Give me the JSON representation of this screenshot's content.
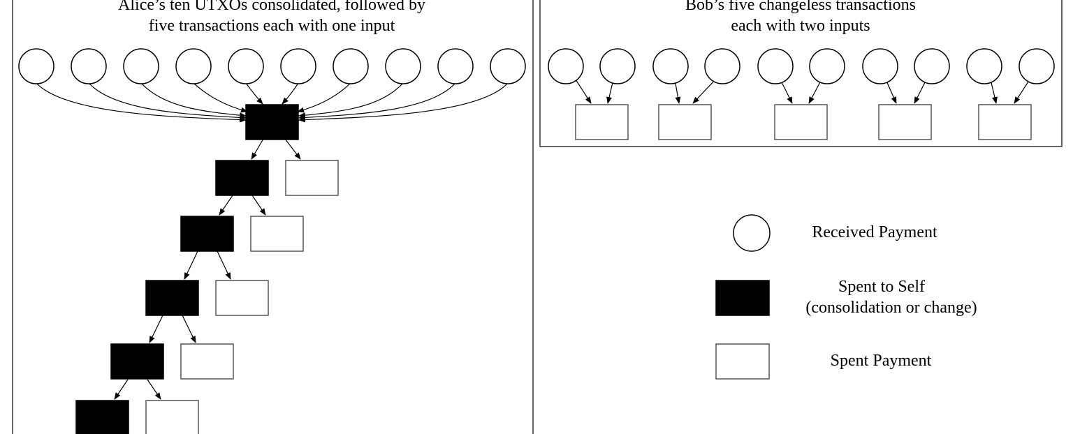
{
  "alice_panel": {
    "title_line1": "Alice’s ten UTXOs consolidated, followed by",
    "title_line2": "five transactions each with one input"
  },
  "bob_panel": {
    "title_line1": "Bob’s five changeless transactions",
    "title_line2": "each with two inputs"
  },
  "legend": {
    "received": "Received Payment",
    "self_line1": "Spent to Self",
    "self_line2": "(consolidation or change)",
    "spent": "Spent Payment"
  },
  "colors": {
    "self": "#000000",
    "spent": "#ffffff",
    "received": "#ffffff"
  }
}
